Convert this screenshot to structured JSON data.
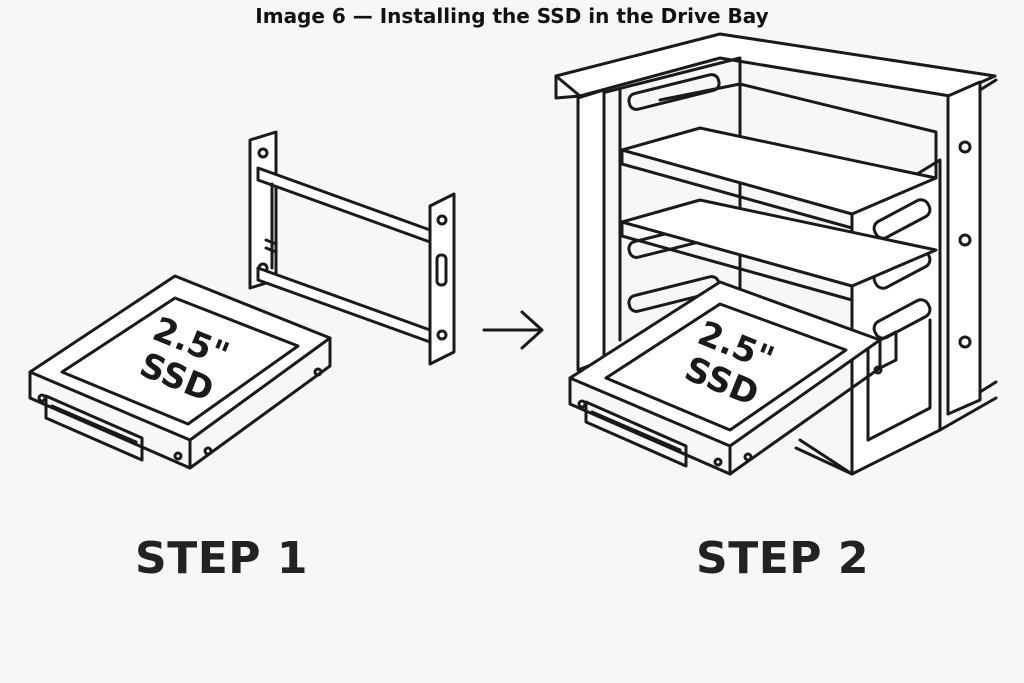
{
  "title": "Image 6 — Installing the SSD in the Drive Bay",
  "step1": {
    "label": "STEP 1",
    "ssd_line1": "2.5\"",
    "ssd_line2": "SSD"
  },
  "step2": {
    "label": "STEP 2",
    "ssd_line1": "2.5\"",
    "ssd_line2": "SSD"
  },
  "arrow_icon": "right-arrow-icon",
  "colors": {
    "line": "#1a1a1a",
    "background": "#f7f7f7",
    "fill": "#ffffff"
  }
}
